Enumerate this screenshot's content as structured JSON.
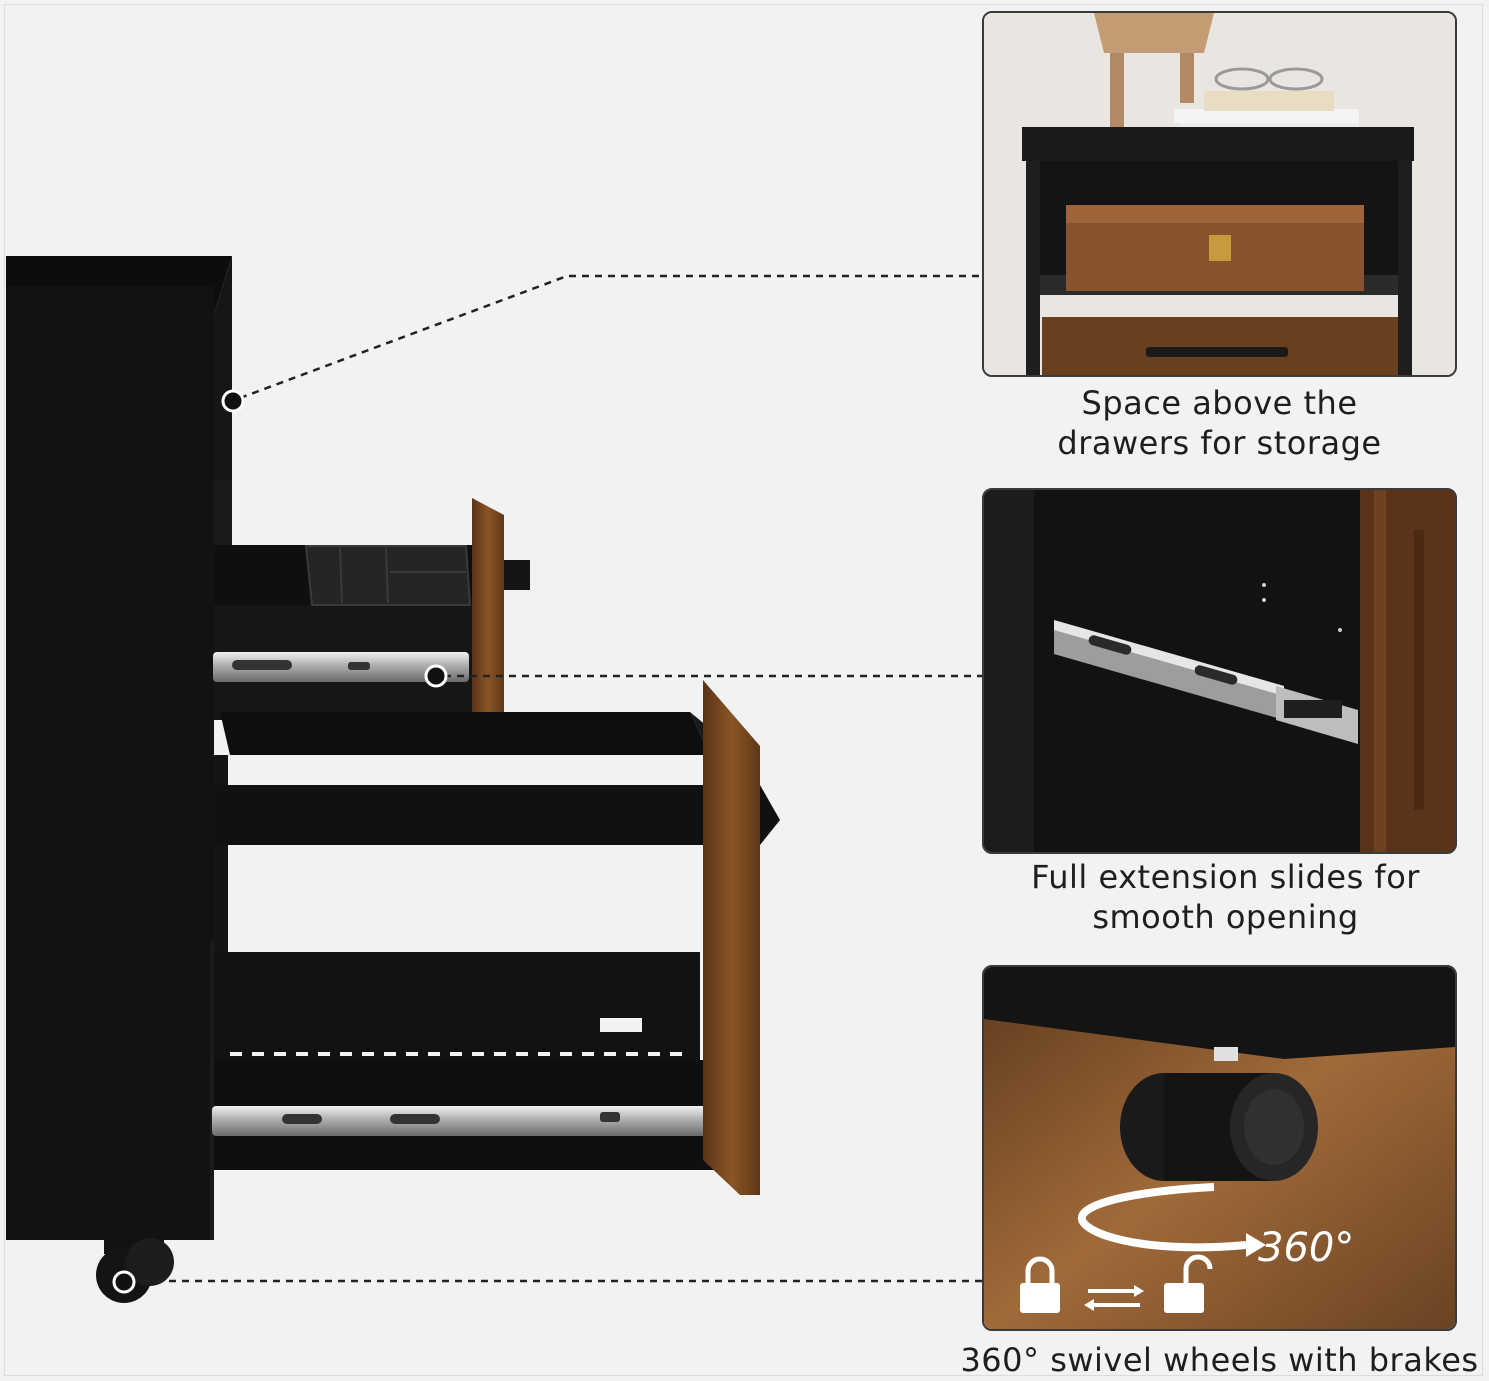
{
  "features": [
    {
      "caption_line1": "Space above the",
      "caption_line2": "drawers for storage",
      "image_subject": "storage-space-above-drawers"
    },
    {
      "caption_line1": "Full extension slides for",
      "caption_line2": "smooth opening",
      "image_subject": "full-extension-drawer-slide"
    },
    {
      "caption_line1": "360° swivel wheels with brakes",
      "caption_line2": "",
      "image_subject": "swivel-caster-wheel"
    }
  ],
  "wheel_rotation_label": "360°",
  "icons": [
    "lock-icon",
    "swap-arrows-icon",
    "unlock-icon",
    "rotation-arrow-icon"
  ],
  "colors": {
    "cabinet_black": "#111111",
    "rustic_wood": "#7a4a22",
    "background": "#f2f2f2",
    "text": "#1e1e1e"
  }
}
